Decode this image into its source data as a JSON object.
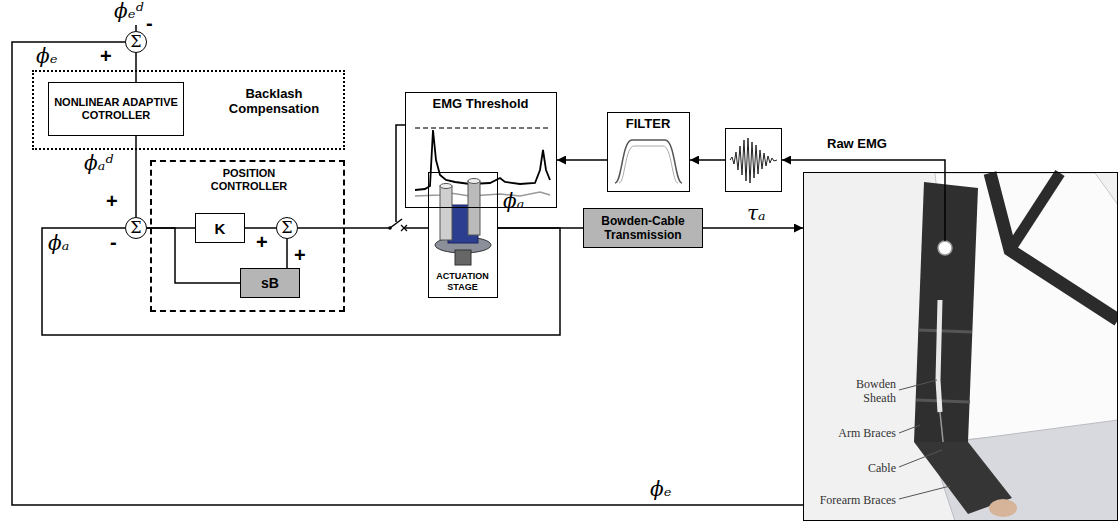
{
  "diagram": {
    "nodes": [
      {
        "text": [
          "Σ"
        ]
      },
      {
        "text": [
          "Backlash Compensation"
        ]
      },
      {
        "text": [
          "NONLINEAR ADAPTIVE COTROLLER"
        ],
        "in": 1
      },
      {
        "text": [
          "Σ"
        ]
      },
      {
        "text": [
          "POSITION CONTROLLER"
        ]
      },
      {
        "text": [
          "K"
        ],
        "in": 4
      },
      {
        "text": [
          "Σ"
        ],
        "in": 4
      },
      {
        "text": [
          "sB"
        ],
        "in": 4
      },
      {
        "text": [
          "EMG Threshold"
        ]
      },
      {
        "text": [
          "FILTER"
        ]
      },
      {
        "text": [
          "Raw EMG"
        ]
      },
      {
        "text": [
          "ACTUATION STAGE"
        ]
      },
      {
        "text": [
          "Bowden-Cable Transmission"
        ]
      },
      {
        "text": [
          "Bowden Sheath",
          "Arm Braces",
          "Cable",
          "Forearm Braces"
        ]
      }
    ],
    "edges": [
      {
        "from": 0,
        "to": 2,
        "arrow": "none"
      },
      {
        "from": 2,
        "to": 3,
        "arrow": "none"
      },
      {
        "from": 3,
        "to": 5,
        "arrow": "none"
      },
      {
        "from": 3,
        "to": 7,
        "arrow": "none"
      },
      {
        "from": 5,
        "to": 6,
        "arrow": "none"
      },
      {
        "from": 7,
        "to": 6,
        "arrow": "none"
      },
      {
        "from": 6,
        "to": 11,
        "arrow": "none"
      },
      {
        "from": 11,
        "to": 12,
        "arrow": "none"
      },
      {
        "from": 12,
        "to": 13,
        "label": "τₐ",
        "arrow": "to"
      },
      {
        "from": 11,
        "to": 3,
        "arrow": "none"
      },
      {
        "from": 13,
        "to": 0,
        "arrow": "none"
      },
      {
        "from": 9,
        "to": 8,
        "arrow": "to"
      },
      {
        "from": 10,
        "to": 9,
        "arrow": "to"
      },
      {
        "from": 13,
        "to": 10,
        "arrow": "to"
      }
    ],
    "labels": [
      "ϕₑᵈ",
      "-",
      "ϕₑ",
      "+",
      "ϕₐᵈ",
      "+",
      "ϕₐ",
      "-",
      "+",
      "+",
      "ϕₐ",
      "ϕₑ"
    ]
  }
}
